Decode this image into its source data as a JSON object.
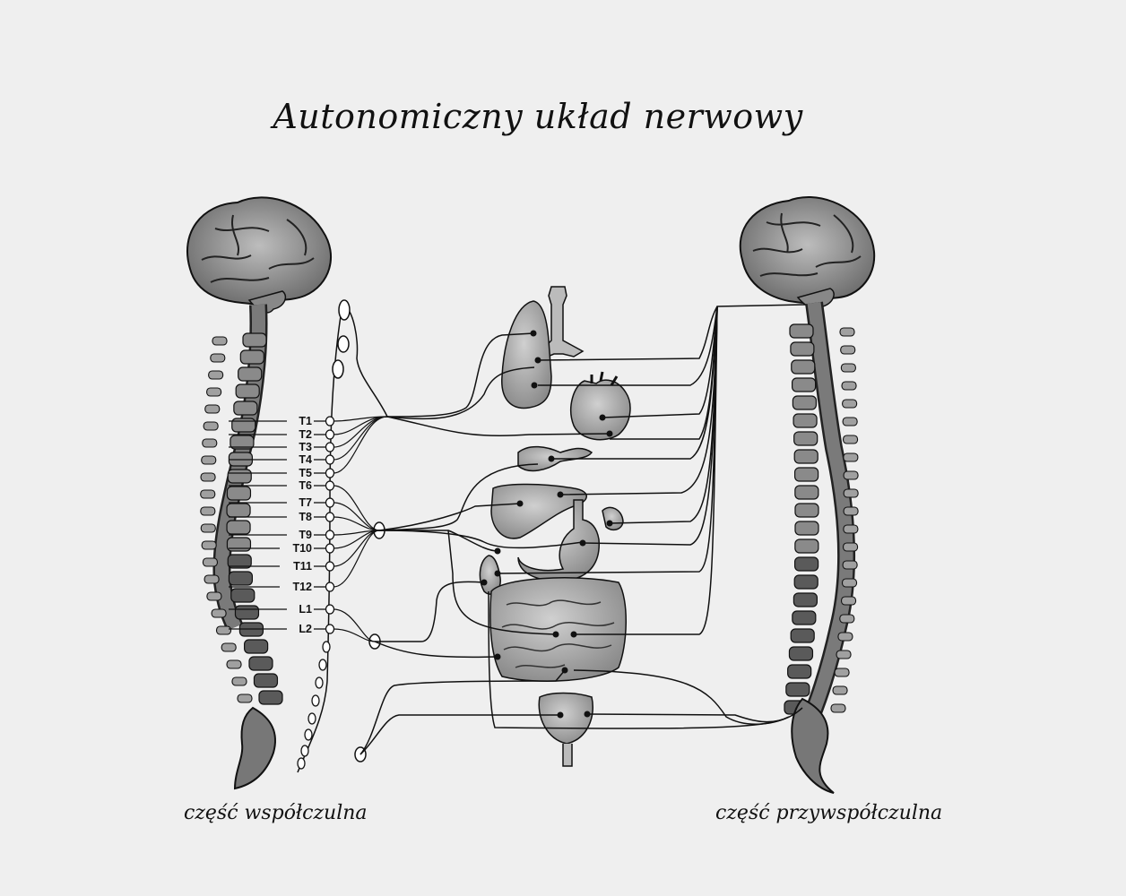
{
  "title": "Autonomiczny układ nerwowy",
  "captions": {
    "left": "część współczulna",
    "right": "część przywspółczulna"
  },
  "segments": [
    "T1",
    "T2",
    "T3",
    "T4",
    "T5",
    "T6",
    "T7",
    "T8",
    "T9",
    "T10",
    "T11",
    "T12",
    "L1",
    "L2"
  ],
  "colors": {
    "background": "#efefef",
    "line": "#111111",
    "organ": "#9a9a9a",
    "spine": "#555555"
  }
}
